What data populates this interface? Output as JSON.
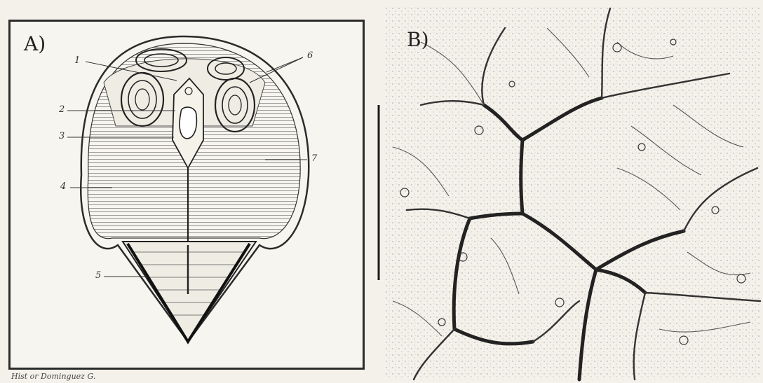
{
  "panels": [
    {
      "label": "A)",
      "callouts": [
        "1",
        "2",
        "3",
        "4",
        "5",
        "6",
        "7"
      ]
    },
    {
      "label": "B)"
    }
  ],
  "signature": "Hist or Dominguez G.",
  "colors": {
    "ink": "#2b2b2b",
    "paper": "#f4f1ea"
  }
}
